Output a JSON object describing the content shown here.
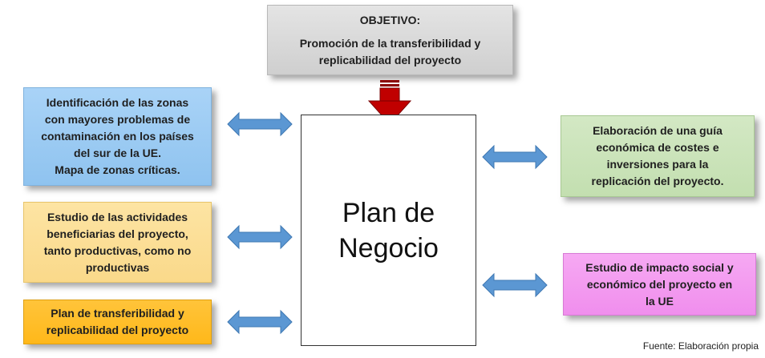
{
  "objective": {
    "heading": "OBJETIVO:",
    "line1": "Promoción de la transferibilidad y",
    "line2": "replicabilidad del proyecto"
  },
  "center": {
    "line1": "Plan de",
    "line2": "Negocio"
  },
  "left_boxes": [
    {
      "lines": [
        "Identificación de las zonas",
        "con mayores problemas de",
        "contaminación en los países",
        "del sur de la UE.",
        "Mapa de zonas críticas."
      ]
    },
    {
      "lines": [
        "Estudio de las actividades",
        "beneficiarias del proyecto,",
        "tanto productivas, como no",
        "productivas"
      ]
    },
    {
      "lines": [
        "Plan de transferibilidad y",
        "replicabilidad del proyecto"
      ]
    }
  ],
  "right_boxes": [
    {
      "lines": [
        "Elaboración de una guía",
        "económica de costes e",
        "inversiones para la",
        "replicación del proyecto."
      ]
    },
    {
      "lines": [
        "Estudio de impacto social y",
        "económico del proyecto en",
        "la UE"
      ]
    }
  ],
  "source": "Fuente: Elaboración propia",
  "colors": {
    "arrow_blue": "#5b97d3",
    "arrow_red": "#c00000",
    "box_blue": "#9ccbf3",
    "box_light_orange": "#fde0a0",
    "box_orange": "#ffbe2a",
    "box_green": "#cbe4b8",
    "box_pink": "#f39df0"
  }
}
